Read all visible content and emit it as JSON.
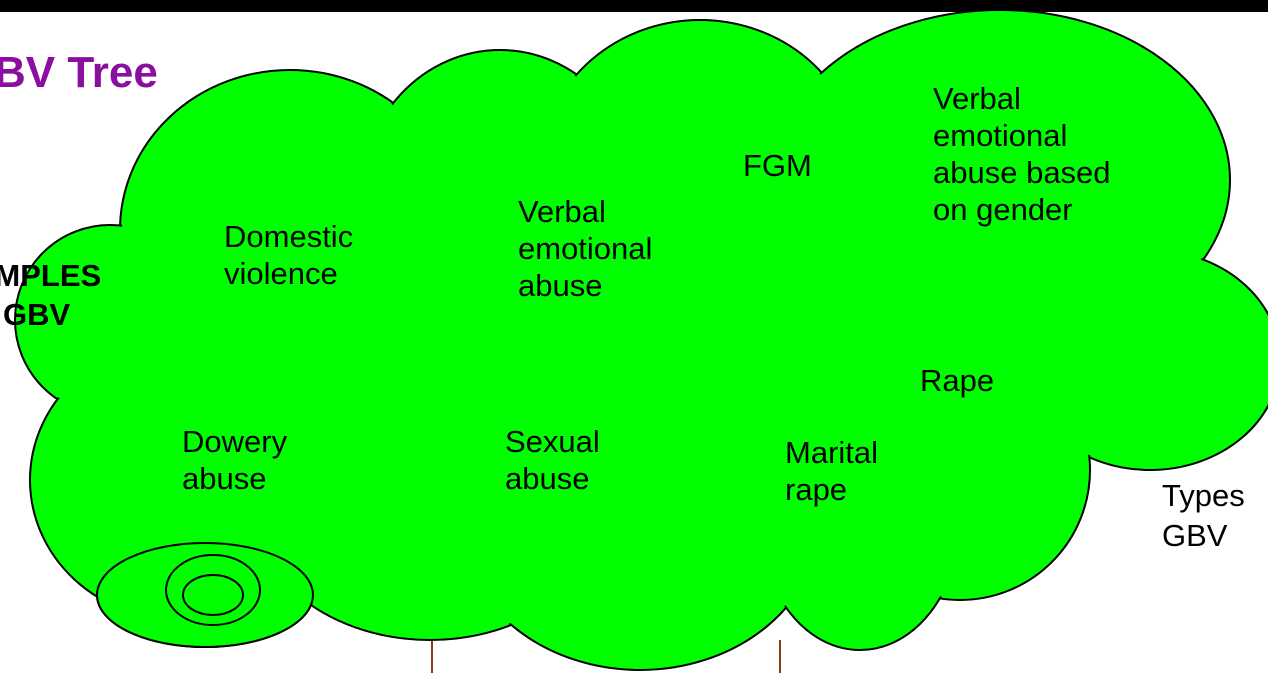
{
  "title": "BV Tree",
  "colors": {
    "canopy": "#00ff00",
    "outline": "#000000",
    "title": "#8a0f9e",
    "trunk": "#8b3a1a",
    "top_bar": "#000000"
  },
  "left_label": {
    "line1": "AMPLES",
    "line2": "GBV"
  },
  "right_label": {
    "line1": "Types",
    "line2": "GBV"
  },
  "items": [
    {
      "id": "domestic-violence",
      "lines": [
        "Domestic",
        "violence"
      ]
    },
    {
      "id": "verbal-emotional-abuse",
      "lines": [
        "Verbal",
        "emotional",
        "abuse"
      ]
    },
    {
      "id": "fgm",
      "lines": [
        "FGM"
      ]
    },
    {
      "id": "verbal-emotional-abuse-gender",
      "lines": [
        "Verbal",
        "emotional",
        "abuse based",
        "on gender"
      ]
    },
    {
      "id": "rape",
      "lines": [
        "Rape"
      ]
    },
    {
      "id": "dowery-abuse",
      "lines": [
        "Dowery",
        "abuse"
      ]
    },
    {
      "id": "sexual-abuse",
      "lines": [
        "Sexual",
        "abuse"
      ]
    },
    {
      "id": "marital-rape",
      "lines": [
        "Marital",
        "rape"
      ]
    }
  ]
}
